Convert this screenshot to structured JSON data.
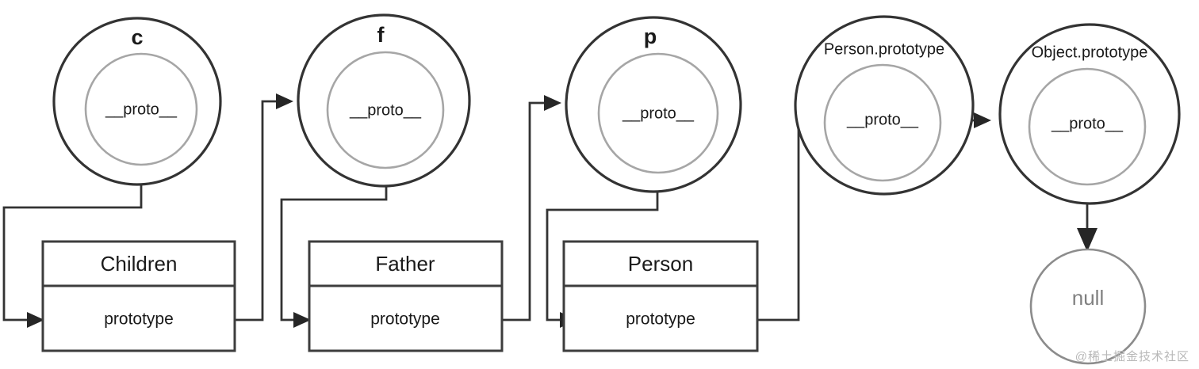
{
  "diagram": {
    "title": "JavaScript prototype chain diagram",
    "colors": {
      "outer_stroke": "#333333",
      "inner_stroke": "#a6a6a6",
      "box_stroke": "#3d3d3d",
      "connector": "#333333",
      "null_stroke": "#8c8c8c",
      "null_text": "#808080",
      "background": "#ffffff",
      "watermark": "#b8b8b8"
    },
    "objects": [
      {
        "id": "c",
        "label": "c",
        "inner_label": "__proto__"
      },
      {
        "id": "f",
        "label": "f",
        "inner_label": "__proto__"
      },
      {
        "id": "p",
        "label": "p",
        "inner_label": "__proto__"
      },
      {
        "id": "person-prototype",
        "label": "Person.prototype",
        "inner_label": "__proto__"
      },
      {
        "id": "object-prototype",
        "label": "Object.prototype",
        "inner_label": "__proto__"
      }
    ],
    "constructors": [
      {
        "id": "children",
        "title": "Children",
        "field": "prototype"
      },
      {
        "id": "father",
        "title": "Father",
        "field": "prototype"
      },
      {
        "id": "person",
        "title": "Person",
        "field": "prototype"
      }
    ],
    "terminal": {
      "id": "null",
      "label": "null"
    },
    "edges": [
      {
        "from": "c.__proto__",
        "to": "Children.prototype"
      },
      {
        "from": "Children.prototype",
        "to": "f"
      },
      {
        "from": "f.__proto__",
        "to": "Father.prototype"
      },
      {
        "from": "Father.prototype",
        "to": "p"
      },
      {
        "from": "p.__proto__",
        "to": "Person.prototype"
      },
      {
        "from": "Person.prototype",
        "to": "Person.prototype.__proto__"
      },
      {
        "from": "Person.prototype.__proto__",
        "to": "Object.prototype"
      },
      {
        "from": "Object.prototype.__proto__",
        "to": "null"
      }
    ]
  },
  "watermark": {
    "text": "@稀土掘金技术社区"
  }
}
